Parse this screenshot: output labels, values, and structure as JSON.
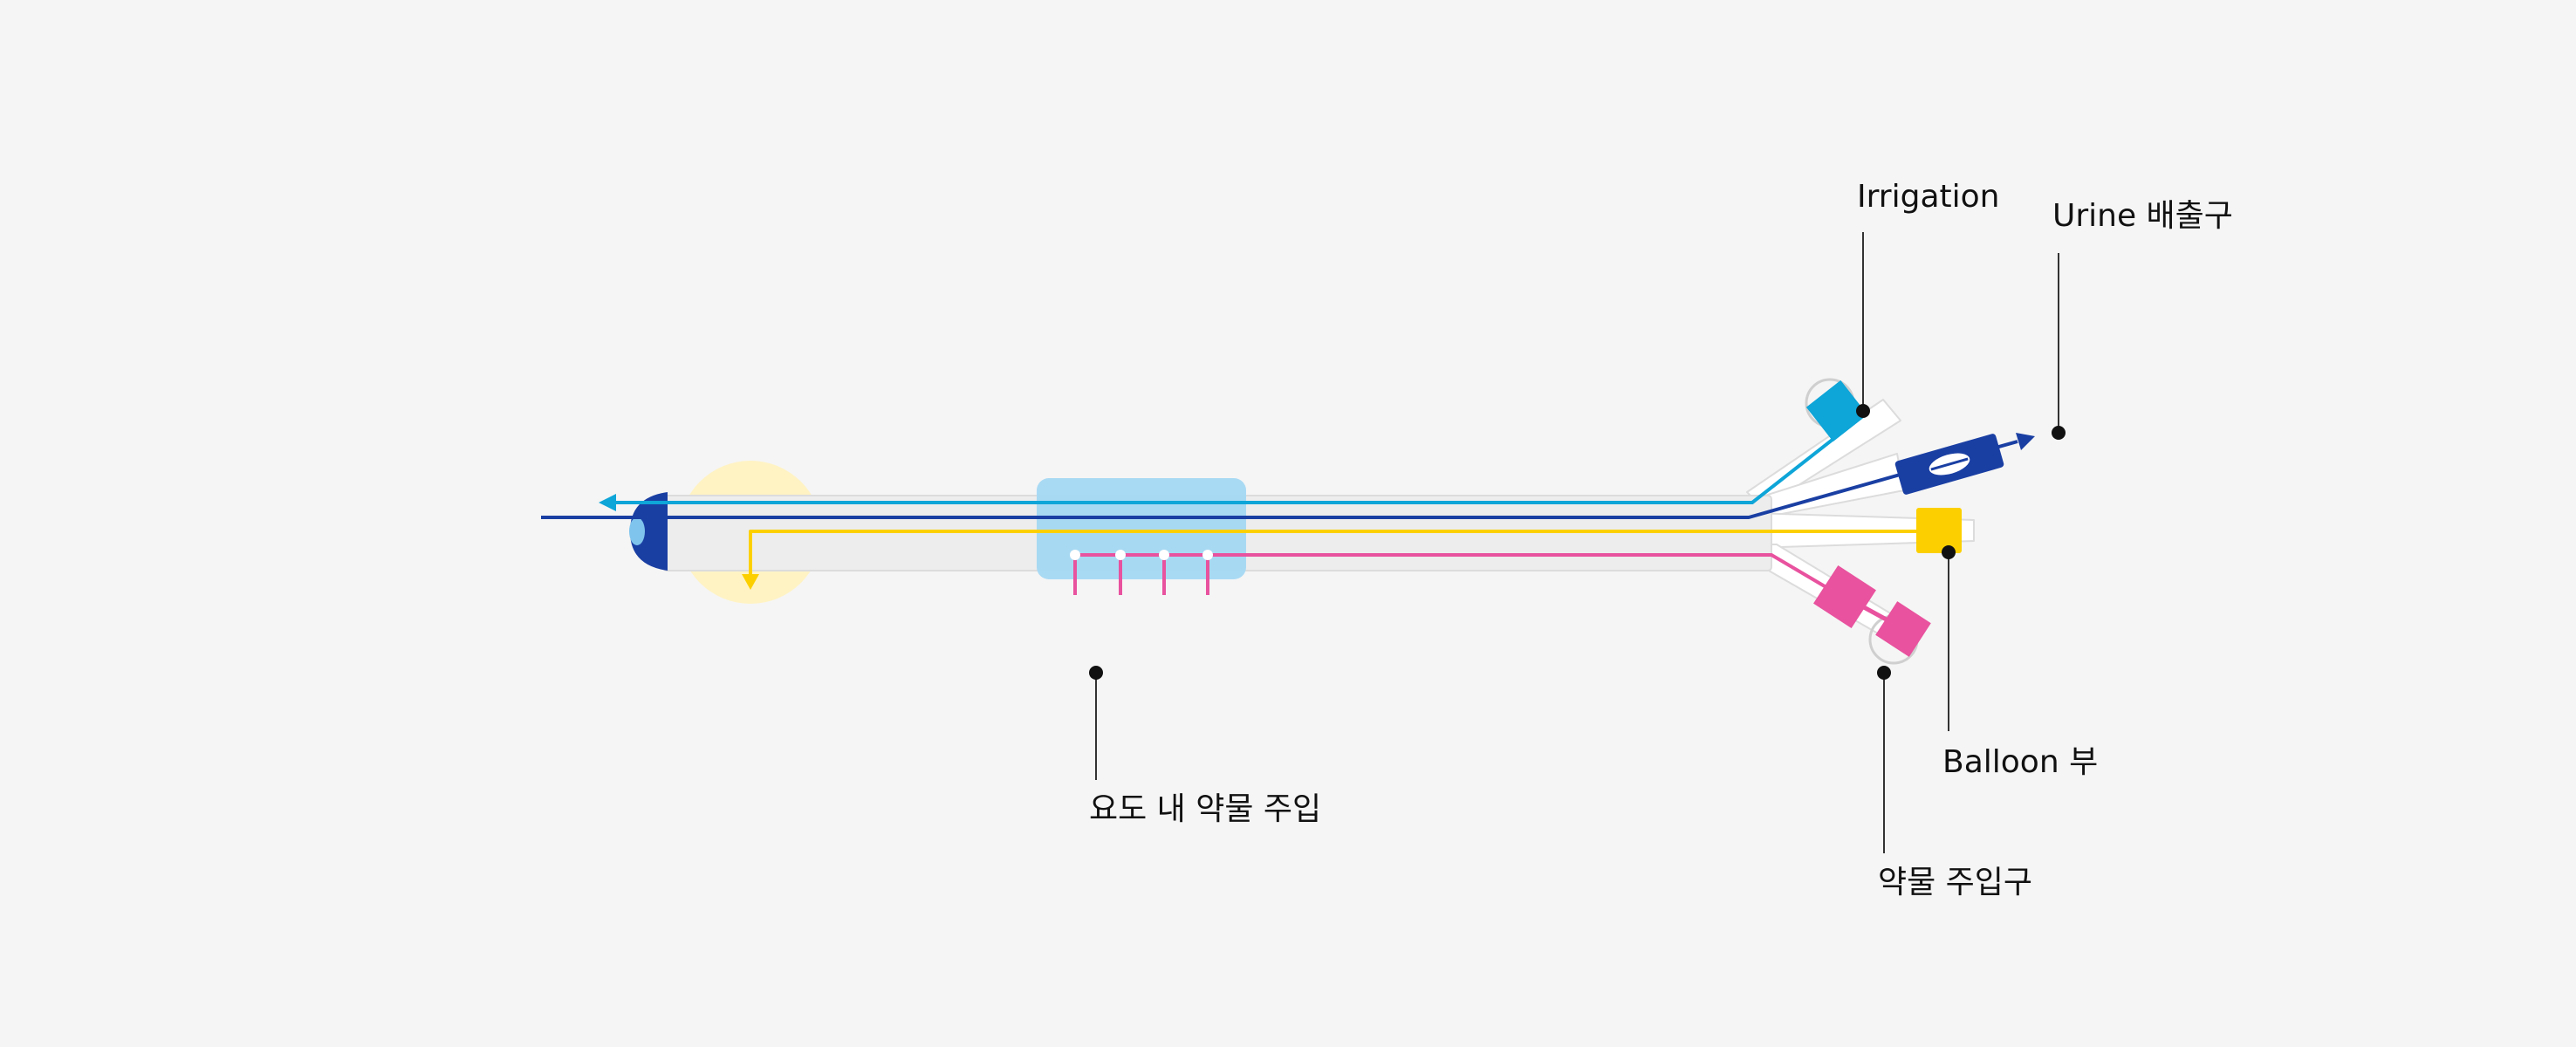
{
  "labels": {
    "irrigation": "Irrigation",
    "urine_outlet": "Urine 배출구",
    "balloon": "Balloon 부",
    "drug_port": "약물 주입구",
    "urethral_drug": "요도 내 약물 주입"
  },
  "colors": {
    "background": "#f5f5f5",
    "irrigation": "#0ea5d8",
    "urine": "#1a3fa3",
    "balloon": "#fcd000",
    "drug": "#e8529e",
    "drug_zone": "#a4d8f3",
    "balloon_glow": "#fff3c4",
    "leader": "#333333"
  },
  "icons": {
    "flow_arrow": "arrow-icon",
    "callout_dot": "dot-icon",
    "connector_cap": "loop-cap-icon"
  }
}
